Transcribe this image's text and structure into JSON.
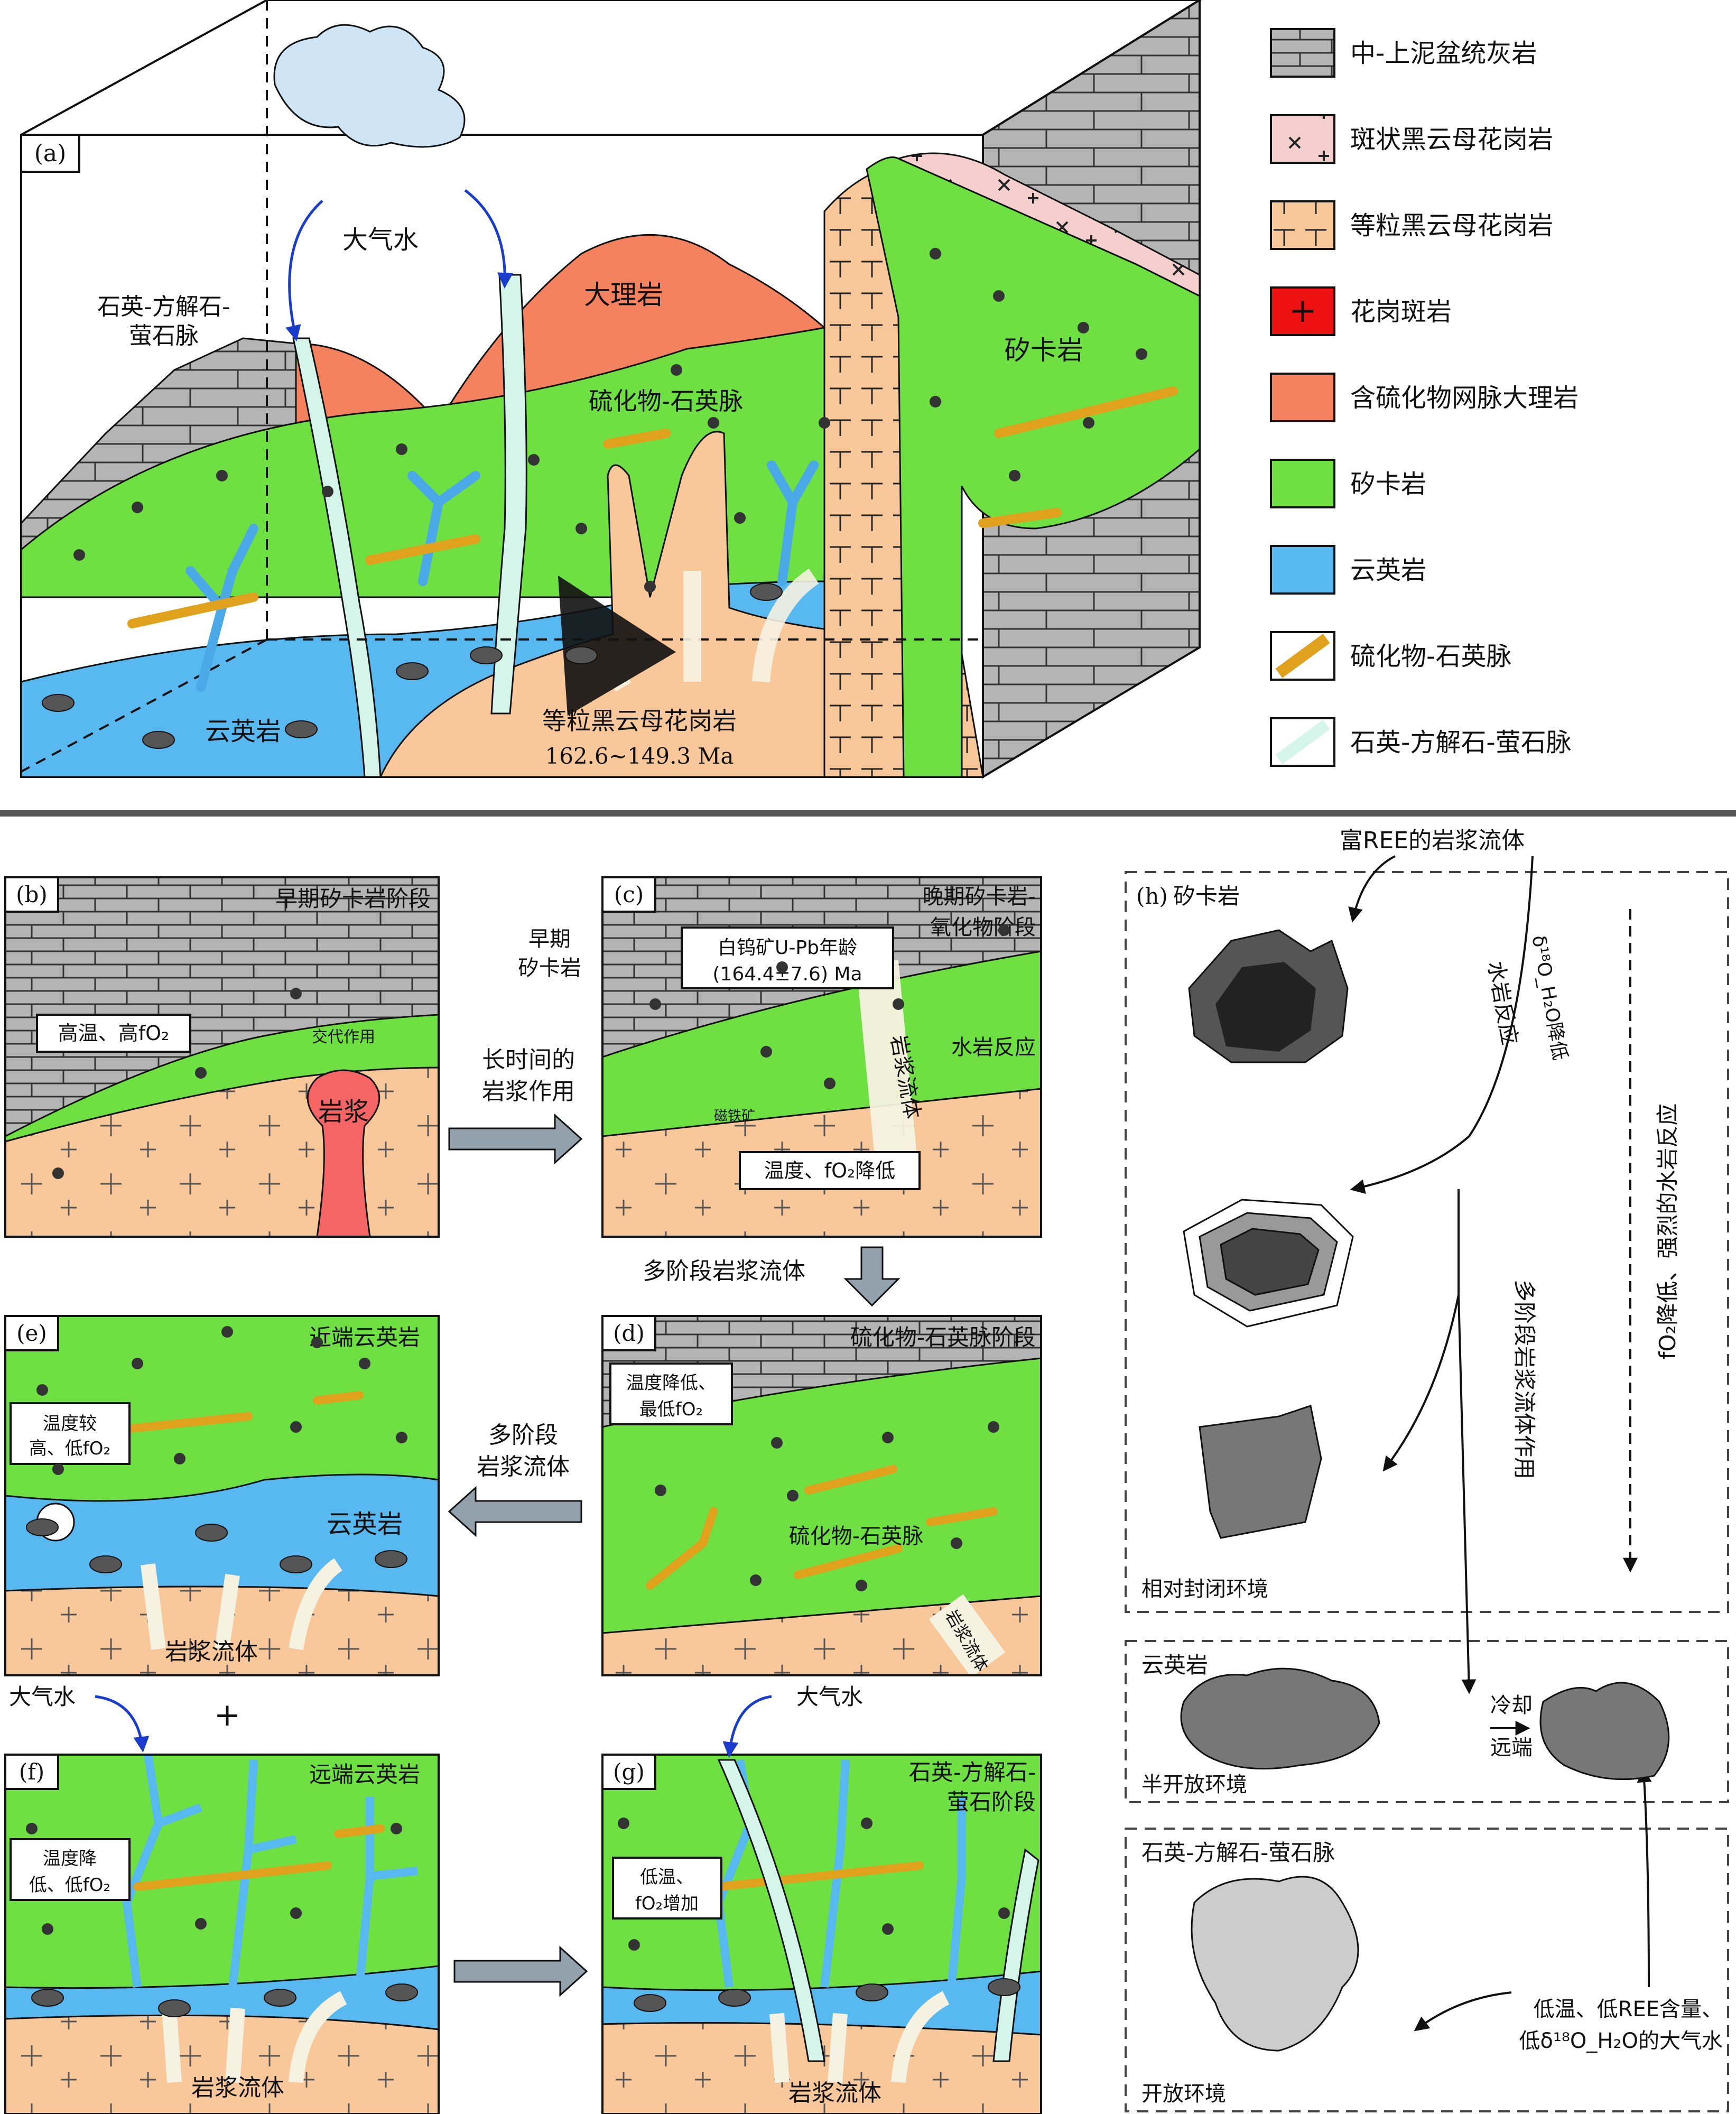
{
  "panel_a": {
    "label": "(a)",
    "meteoric_water": "大气水",
    "vein_label_1": "石英-方解石-",
    "vein_label_2": "萤石脉",
    "marble": "大理岩",
    "sulfide_vein": "硫化物-石英脉",
    "skarn": "矽卡岩",
    "greisen": "云英岩",
    "granite": "等粒黑云母花岗岩",
    "age": "162.6~149.3 Ma"
  },
  "legend": {
    "items": [
      {
        "key": "limestone",
        "label": "中-上泥盆统灰岩",
        "color": "#b4b4b4"
      },
      {
        "key": "porphyritic-granite",
        "label": "斑状黑云母花岗岩",
        "color": "#f5cece"
      },
      {
        "key": "equigranular-granite",
        "label": "等粒黑云母花岗岩",
        "color": "#f8c79a"
      },
      {
        "key": "granite-porphyry",
        "label": "花岗斑岩",
        "color": "#ee1111"
      },
      {
        "key": "sulfide-marble",
        "label": "含硫化物网脉大理岩",
        "color": "#f5825f"
      },
      {
        "key": "skarn",
        "label": "矽卡岩",
        "color": "#6ee042"
      },
      {
        "key": "greisen",
        "label": "云英岩",
        "color": "#58b9f0"
      },
      {
        "key": "sulfide-quartz-vein",
        "label": "硫化物-石英脉",
        "color": "#e0a21c"
      },
      {
        "key": "qcf-vein",
        "label": "石英-方解石-萤石脉",
        "color": "#d6f5ea"
      }
    ]
  },
  "panel_b": {
    "label": "(b)",
    "stage": "早期矽卡岩阶段",
    "condition": "高温、高fO₂",
    "metasomatism": "交代作用",
    "magma": "岩浆"
  },
  "arrow_bc": {
    "line1": "长时间的",
    "line2": "岩浆作用"
  },
  "panel_c": {
    "label": "(c)",
    "stage1": "晚期矽卡岩-",
    "stage2": "氧化物阶段",
    "early_skarn1": "早期",
    "early_skarn2": "矽卡岩",
    "age1": "白钨矿U-Pb年龄",
    "age2": "(164.4±7.6) Ma",
    "wr": "水岩反应",
    "fluid": "岩浆流体",
    "magnetite": "磁铁矿",
    "temp": "温度、fO₂降低"
  },
  "arrow_cd": {
    "text": "多阶段岩浆流体"
  },
  "panel_d": {
    "label": "(d)",
    "stage": "硫化物-石英脉阶段",
    "temp1": "温度降低、",
    "temp2": "最低fO₂",
    "vein": "硫化物-石英脉",
    "fluid": "岩浆流体"
  },
  "arrow_de": {
    "line1": "多阶段",
    "line2": "岩浆流体"
  },
  "panel_e": {
    "label": "(e)",
    "stage": "近端云英岩",
    "temp1": "温度较",
    "temp2": "高、低fO₂",
    "greisen": "云英岩",
    "fluid": "岩浆流体"
  },
  "plus": "+",
  "panel_f": {
    "label": "(f)",
    "meteoric": "大气水",
    "stage": "远端云英岩",
    "temp1": "温度降",
    "temp2": "低、低fO₂",
    "fluid": "岩浆流体"
  },
  "panel_g": {
    "label": "(g)",
    "meteoric": "大气水",
    "stage1": "石英-方解石-",
    "stage2": "萤石阶段",
    "temp1": "低温、",
    "temp2": "fO₂增加",
    "fluid": "岩浆流体"
  },
  "panel_h": {
    "label": "(h)",
    "ree_fluid": "富REE的岩浆流体",
    "skarn": "矽卡岩",
    "wr": "水岩反应",
    "d18o": "δ¹⁸O_H₂O降低",
    "multi": "多阶段岩浆流体作用",
    "fo2": "fO₂降低、强烈的水岩反应",
    "closed": "相对封闭环境",
    "greisen": "云英岩",
    "cool1": "冷却",
    "cool2": "远端",
    "semi": "半开放环境",
    "vein": "石英-方解石-萤石脉",
    "low1": "低温、低REE含量、",
    "low2": "低δ¹⁸O_H₂O的大气水",
    "open": "开放环境"
  }
}
